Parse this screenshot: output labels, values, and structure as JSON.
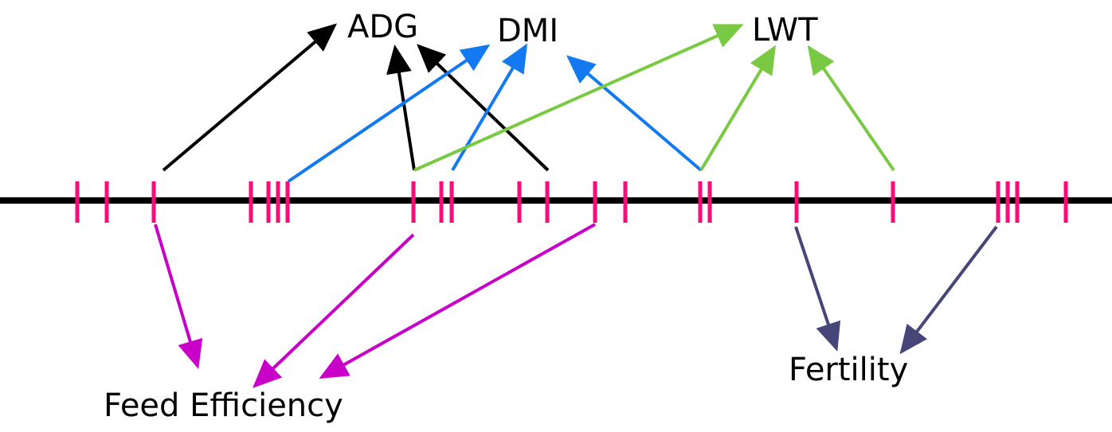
{
  "traits": {
    "adg": {
      "label": "ADG"
    },
    "dmi": {
      "label": "DMI"
    },
    "lwt": {
      "label": "LWT"
    },
    "fertility": {
      "label": "Fertility"
    },
    "feed_efficiency": {
      "label": "Feed Efficiency"
    }
  },
  "colors": {
    "chromosome_line": "#000000",
    "marker": "#ff0a78",
    "adg_arrow": "#000000",
    "dmi_arrow": "#1279f0",
    "lwt_arrow": "#7ac943",
    "feed_efficiency_arrow": "#c800c8",
    "fertility_arrow": "#464678"
  },
  "marker_count": 25,
  "associations": [
    {
      "trait": "adg",
      "from_marker": "marker-3",
      "color_key": "adg_arrow"
    },
    {
      "trait": "adg",
      "from_marker": "marker-8",
      "color_key": "adg_arrow"
    },
    {
      "trait": "adg",
      "from_marker": "marker-12",
      "color_key": "adg_arrow"
    },
    {
      "trait": "dmi",
      "from_marker": "marker-7",
      "color_key": "dmi_arrow"
    },
    {
      "trait": "dmi",
      "from_marker": "marker-10",
      "color_key": "dmi_arrow"
    },
    {
      "trait": "dmi",
      "from_marker": "marker-16",
      "color_key": "dmi_arrow"
    },
    {
      "trait": "lwt",
      "from_marker": "marker-8",
      "color_key": "lwt_arrow"
    },
    {
      "trait": "lwt",
      "from_marker": "marker-16",
      "color_key": "lwt_arrow"
    },
    {
      "trait": "lwt",
      "from_marker": "marker-19",
      "color_key": "lwt_arrow"
    },
    {
      "trait": "feed_efficiency",
      "from_marker": "marker-3",
      "color_key": "feed_efficiency_arrow"
    },
    {
      "trait": "feed_efficiency",
      "from_marker": "marker-8",
      "color_key": "feed_efficiency_arrow"
    },
    {
      "trait": "feed_efficiency",
      "from_marker": "marker-13",
      "color_key": "feed_efficiency_arrow"
    },
    {
      "trait": "fertility",
      "from_marker": "marker-18",
      "color_key": "fertility_arrow"
    },
    {
      "trait": "fertility",
      "from_marker": "marker-20",
      "color_key": "fertility_arrow"
    }
  ]
}
